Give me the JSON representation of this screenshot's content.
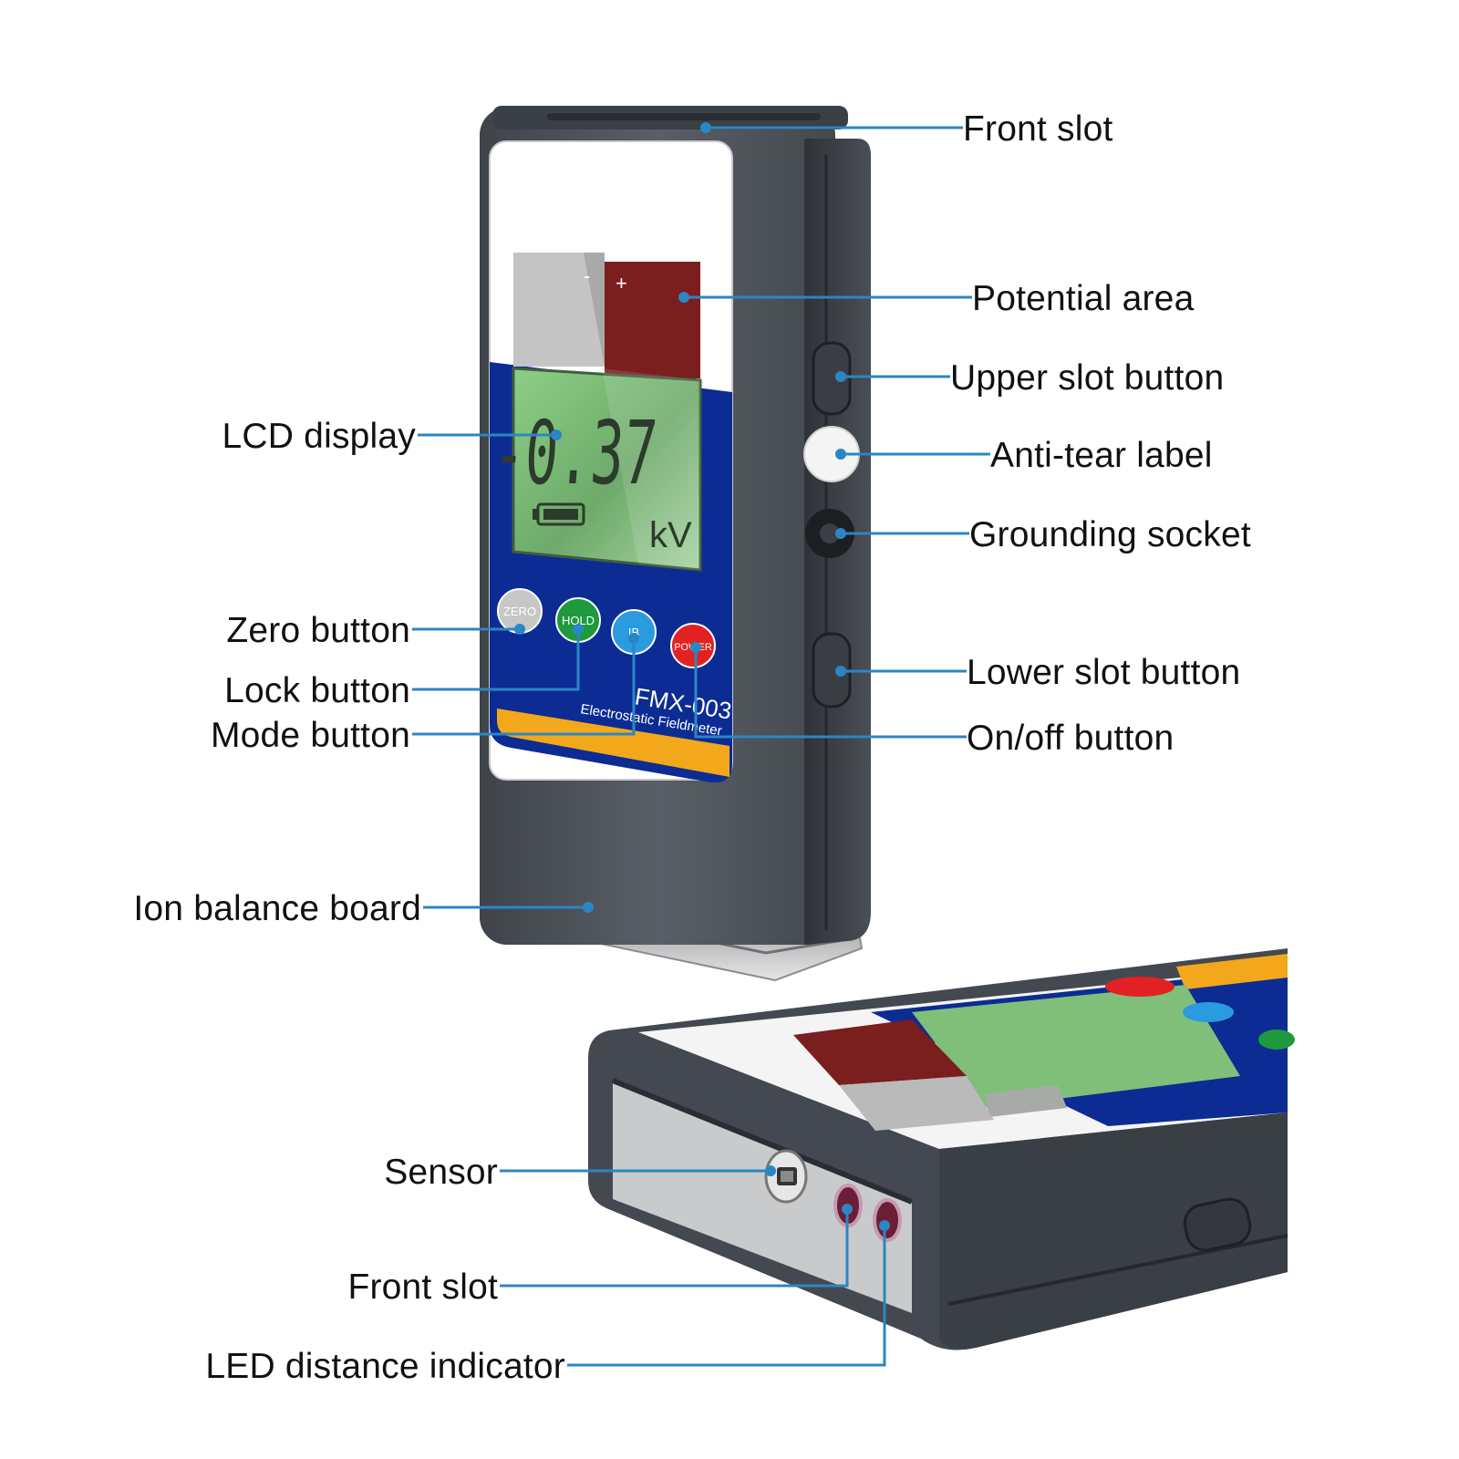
{
  "colors": {
    "leader": "#2b86c4",
    "body": "#4b4f57",
    "body_dark": "#2f3238",
    "panel_blue": "#0c2c94",
    "lcd_green": "#7fbf7a",
    "potential_red": "#7a1e1e",
    "accent_yellow": "#f2a81a"
  },
  "device": {
    "lcd_value": "-0.37",
    "lcd_unit": "kV",
    "minus_sign": "-",
    "plus_sign": "+",
    "model": "FMX-003",
    "subtitle": "Electrostatic Fieldmeter",
    "buttons": [
      {
        "label": "ZERO",
        "color": "#c7c7c7"
      },
      {
        "label": "HOLD",
        "color": "#1e9a3c"
      },
      {
        "label": "IB",
        "color": "#2a9be0"
      },
      {
        "label": "POWER",
        "color": "#e22222"
      }
    ]
  },
  "labels": {
    "front_slot_top": "Front slot",
    "potential_area": "Potential area",
    "upper_slot_button": "Upper slot button",
    "anti_tear_label": "Anti-tear label",
    "grounding_socket": "Grounding socket",
    "lower_slot_button": "Lower slot button",
    "on_off_button": "On/off button",
    "lcd_display": "LCD display",
    "zero_button": "Zero button",
    "lock_button": "Lock button",
    "mode_button": "Mode button",
    "ion_balance_board": "Ion balance board",
    "sensor": "Sensor",
    "front_slot_bottom": "Front slot",
    "led_distance_indicator": "LED distance indicator"
  }
}
